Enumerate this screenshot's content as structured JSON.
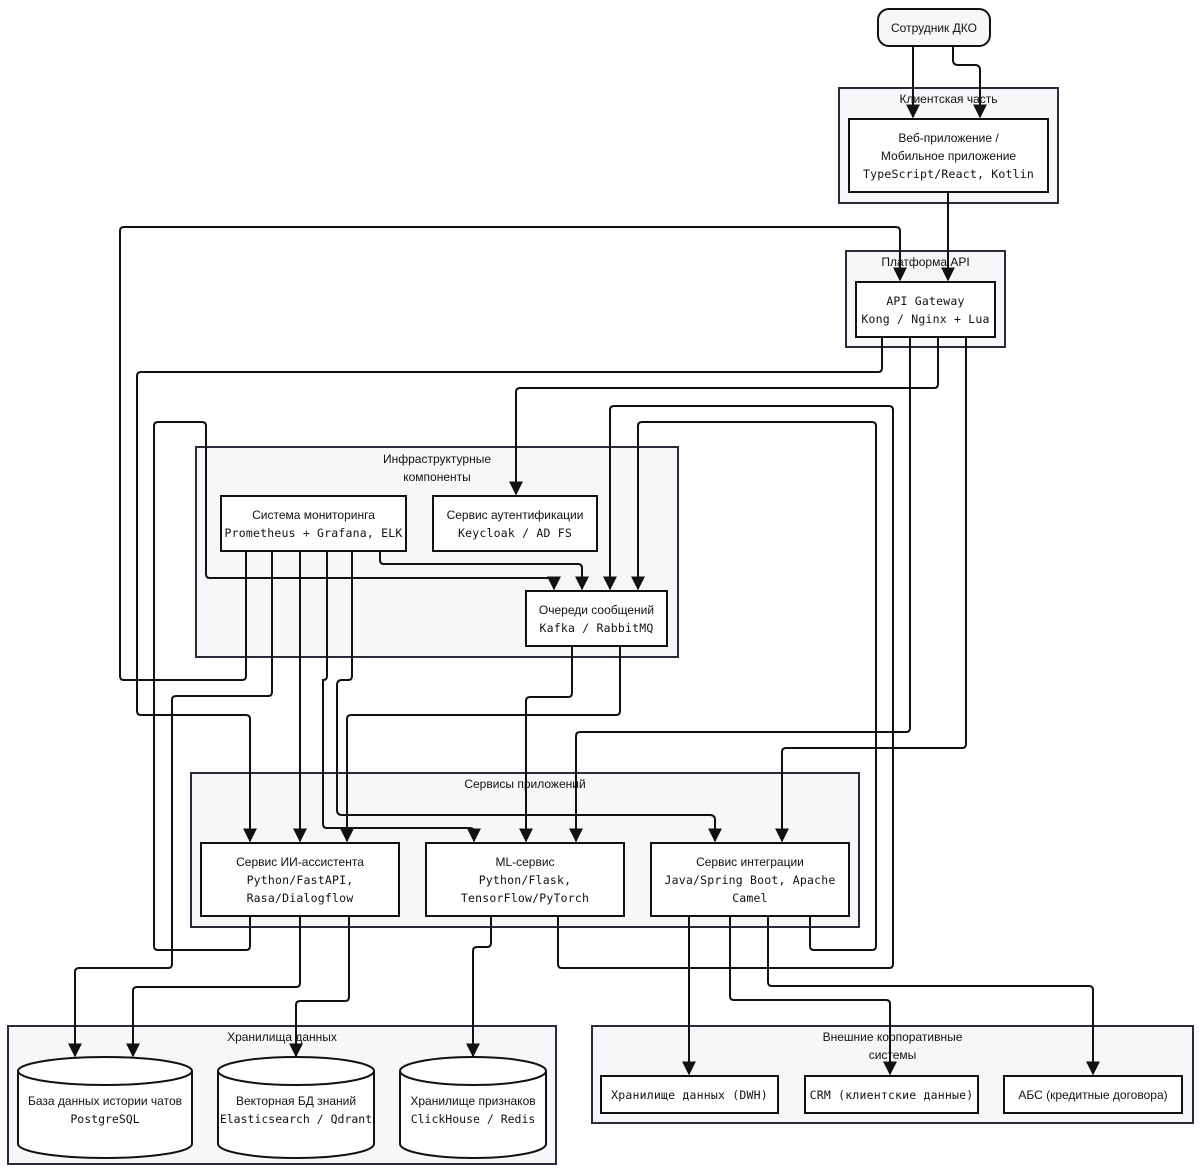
{
  "actor": {
    "label": "Сотрудник ДКО"
  },
  "clusters": {
    "client": {
      "title": "Клиентская часть"
    },
    "api": {
      "title": "Платформа API"
    },
    "infra": {
      "title_line1": "Инфраструктурные",
      "title_line2": "компоненты"
    },
    "services": {
      "title": "Сервисы приложений"
    },
    "storage": {
      "title": "Хранилища данных"
    },
    "external": {
      "title_line1": "Внешние корпоративные",
      "title_line2": "системы"
    }
  },
  "nodes": {
    "webapp": {
      "line1": "Веб-приложение /",
      "line2": "Мобильное приложение",
      "line3": "TypeScript/React, Kotlin"
    },
    "gateway": {
      "line1": "API Gateway",
      "line2": "Kong / Nginx + Lua"
    },
    "monitoring": {
      "line1": "Система мониторинга",
      "line2": "Prometheus + Grafana, ELK"
    },
    "auth": {
      "line1": "Сервис аутентификации",
      "line2": "Keycloak / AD FS"
    },
    "queues": {
      "line1": "Очереди сообщений",
      "line2": "Kafka / RabbitMQ"
    },
    "ai": {
      "line1": "Сервис ИИ-ассистента",
      "line2": "Python/FastAPI,",
      "line3": "Rasa/Dialogflow"
    },
    "ml": {
      "line1": "ML-сервис",
      "line2": "Python/Flask,",
      "line3": "TensorFlow/PyTorch"
    },
    "integration": {
      "line1": "Сервис интеграции",
      "line2": "Java/Spring Boot, Apache",
      "line3": "Camel"
    },
    "chatdb": {
      "line1": "База данных истории чатов",
      "line2": "PostgreSQL"
    },
    "vectordb": {
      "line1": "Векторная БД знаний",
      "line2": "Elasticsearch / Qdrant"
    },
    "featurestore": {
      "line1": "Хранилище признаков",
      "line2": "ClickHouse / Redis"
    },
    "dwh": {
      "line1": "Хранилище данных (DWH)"
    },
    "crm": {
      "line1": "CRM (клиентские данные)"
    },
    "abs": {
      "line1": "АБС (кредитные договора)"
    }
  },
  "colors": {
    "stroke": "#111111",
    "cluster_fill": "#f7f7fa",
    "node_fill": "#ffffff"
  }
}
